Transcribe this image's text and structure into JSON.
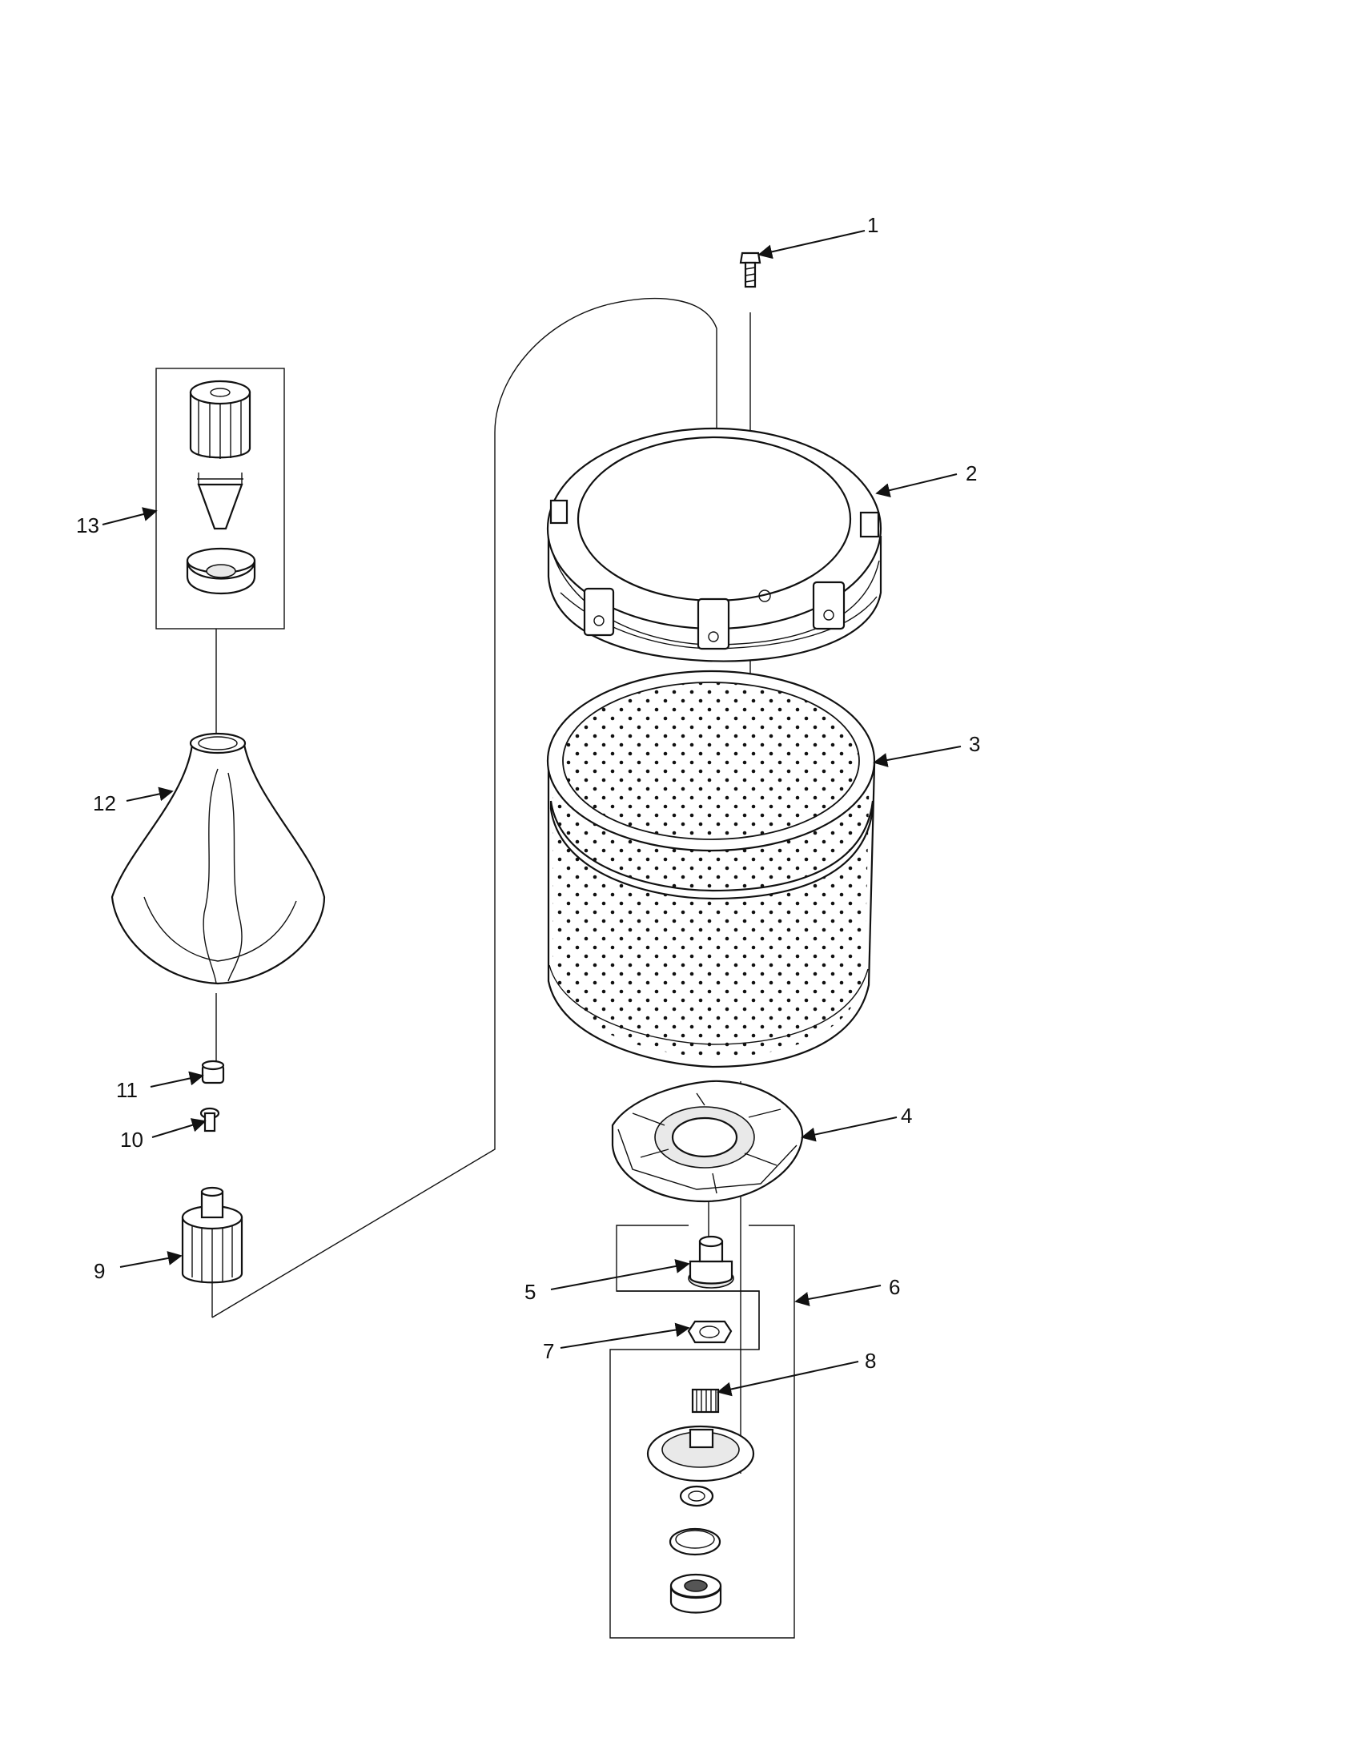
{
  "callouts": [
    {
      "id": "1"
    },
    {
      "id": "2"
    },
    {
      "id": "3"
    },
    {
      "id": "4"
    },
    {
      "id": "5"
    },
    {
      "id": "6"
    },
    {
      "id": "7"
    },
    {
      "id": "8"
    },
    {
      "id": "9"
    },
    {
      "id": "10"
    },
    {
      "id": "11"
    },
    {
      "id": "12"
    },
    {
      "id": "13"
    }
  ]
}
